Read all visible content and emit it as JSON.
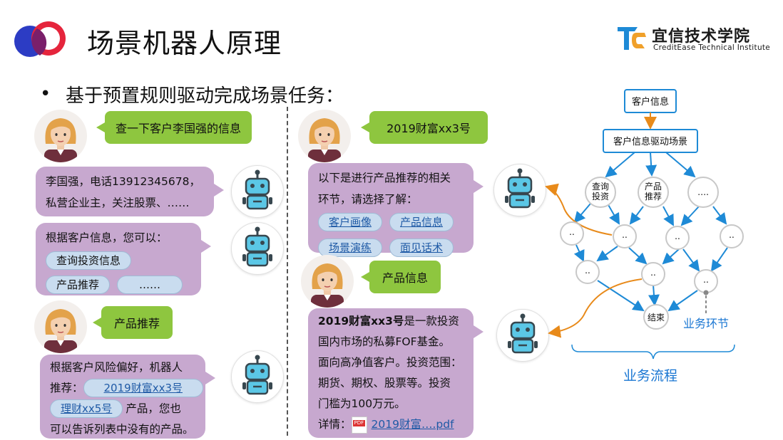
{
  "header": {
    "title": "场景机器人原理",
    "brand_name": "宜信技术学院",
    "brand_sub": "CreditEase Technical Institute"
  },
  "subtitle": {
    "bullet": "•",
    "text": "基于预置规则驱动完成场景任务："
  },
  "left_chat": {
    "q1": "查一下客户李国强的信息",
    "a1": [
      "李国强，电话13912345678，",
      "私营企业主，关注股票、……"
    ],
    "a2_intro": "根据客户信息，您可以：",
    "a2_chips": [
      "查询投资信息",
      "产品推荐",
      "……"
    ],
    "q2": "产品推荐",
    "a3_line1": "根据客户风险偏好，机器人",
    "a3_prefix": "推荐：",
    "a3_link1": "2019财富xx3号",
    "a3_link2": "理财xx5号",
    "a3_after": "产品，您也",
    "a3_line4": "可以告诉列表中没有的产品。"
  },
  "right_chat": {
    "q1": "2019财富xx3号",
    "a1_lines": [
      "以下是进行产品推荐的相关",
      "环节，请选择了解："
    ],
    "a1_chips": [
      "客户画像",
      "产品信息",
      "场景演练",
      "面见话术"
    ],
    "q2": "产品信息",
    "a2_bold": "2019财富xx3号",
    "a2_line1_rest": "是一款投资",
    "a2_lines": [
      "国内市场的私募FOF基金。",
      "面向高净值客户。投资范围：",
      "期货、期权、股票等。投资",
      "门槛为100万元。"
    ],
    "a2_detail_label": "详情：",
    "a2_pdf_icon": "PDF",
    "a2_pdf_link": "2019财富….pdf"
  },
  "flow": {
    "top_box": "客户信息",
    "scene_box": "客户信息驱动场景",
    "node_query": "查询\n投资",
    "node_product": "产品\n推荐",
    "node_more": "….",
    "node_small": "..",
    "node_end": "结束",
    "step_label": "业务环节",
    "process_label": "业务流程",
    "colors": {
      "blue": "#1e8ad6",
      "orange": "#e88a1a",
      "green": "#8ec63f",
      "purple": "#c7a8cf"
    }
  }
}
